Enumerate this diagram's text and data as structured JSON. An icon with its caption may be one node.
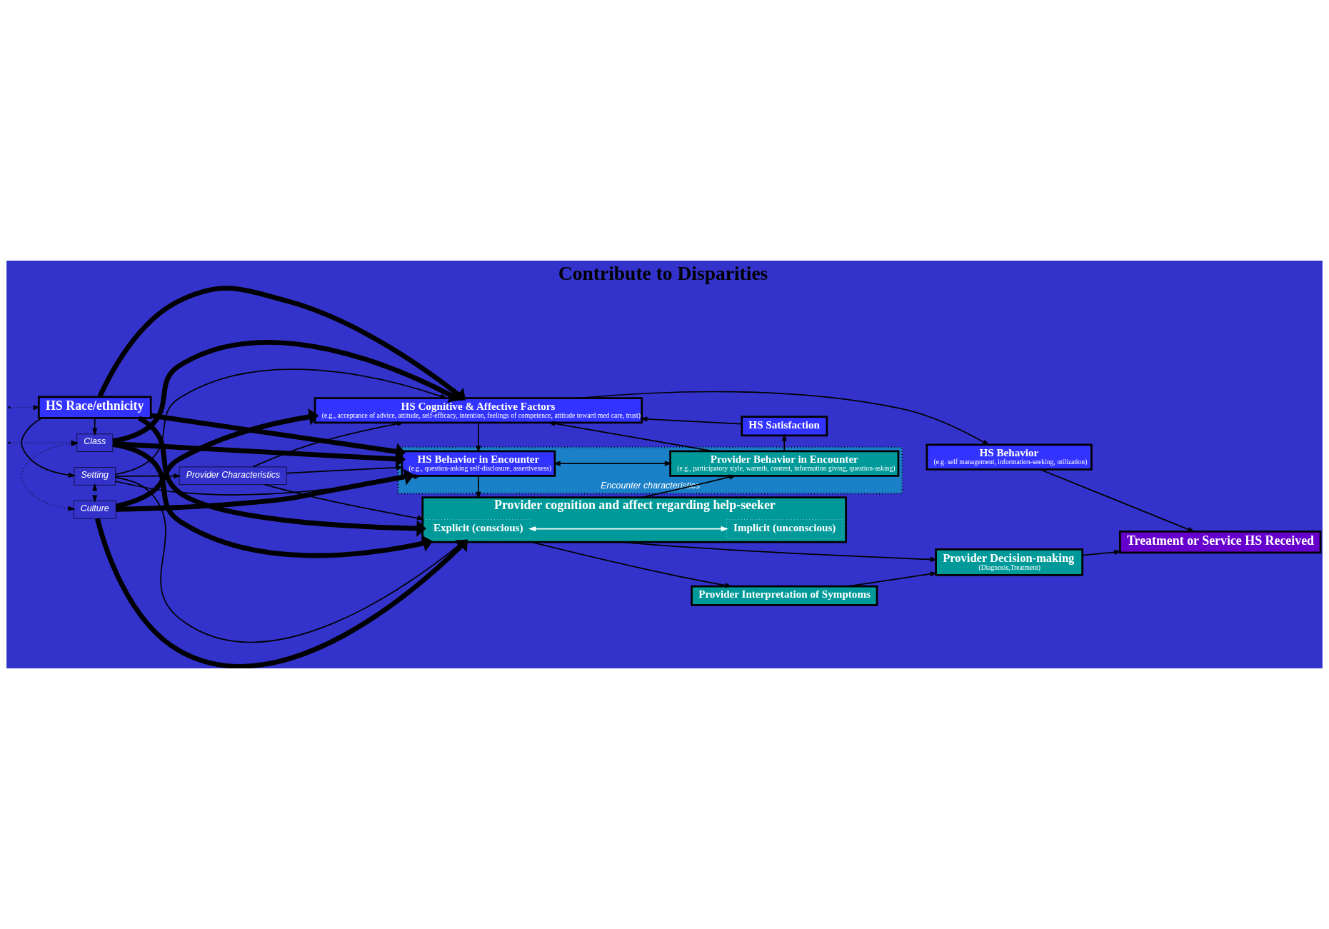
{
  "diagram": {
    "title": "Contribute to Disparities",
    "nodes": [
      {
        "text": [
          "Setting"
        ]
      },
      {
        "text": [
          "Provider Characteristics"
        ]
      },
      {
        "text": [
          "HS Race/ethnicity"
        ]
      },
      {
        "text": [
          "Provider cognition and affect regarding help-seeker"
        ]
      },
      {
        "text": [
          "Explicit (conscious)"
        ],
        "in": 3
      },
      {
        "text": [
          "Implicit (unconscious)"
        ],
        "in": 3
      },
      {
        "text": [
          "Provider Interpretation of Symptoms"
        ]
      },
      {
        "text": [
          "Provider Decision-making",
          "(Diagnosis,Treatment)"
        ]
      },
      {
        "text": [
          "Treatment or Service HS Received"
        ]
      },
      {
        "text": [
          "Encounter characteristics"
        ]
      },
      {
        "text": [
          "HS Behavior in Encounter",
          "(e.g., question-asking self-disclosure, assertiveness)"
        ],
        "in": 9
      },
      {
        "text": [
          "Provider Behavior in Encounter",
          "(e.g., participatory style, warmth, content, information giving, question-asking)"
        ],
        "in": 9
      },
      {
        "text": [
          "Class"
        ]
      },
      {
        "text": [
          "HS Satisfaction"
        ]
      },
      {
        "text": [
          "HS Cognitive & Affective Factors",
          "(e.g., acceptance of advice, attitude, self-efficacy, intention, feelings of competence, attitude toward med care, trust)"
        ]
      },
      {
        "text": [
          "HS Behavior",
          "(e.g. self management, information-seeking, utilization)"
        ]
      },
      {
        "text": [
          "Culture"
        ]
      }
    ],
    "edges": [
      {
        "from": 2,
        "to": 0,
        "arrow": "to"
      },
      {
        "from": 0,
        "to": 1,
        "arrow": "to"
      },
      {
        "from": 1,
        "to": 3,
        "arrow": "to"
      },
      {
        "from": 2,
        "to": 12,
        "arrow": "to"
      },
      {
        "from": 0,
        "to": 16,
        "arrow": "both",
        "style": "dashed"
      },
      {
        "from": 12,
        "to": 16,
        "arrow": "both",
        "style": "dashed"
      },
      {
        "from": null,
        "to": 2,
        "arrow": "to",
        "style": "dashed"
      },
      {
        "from": null,
        "to": 12,
        "arrow": "to",
        "style": "dashed"
      },
      {
        "from": 2,
        "to": 3,
        "arrow": "to",
        "style": "thick"
      },
      {
        "from": 2,
        "to": 10,
        "arrow": "to",
        "style": "thick"
      },
      {
        "from": 2,
        "to": 14,
        "arrow": "to",
        "style": "thick"
      },
      {
        "from": 12,
        "to": 3,
        "arrow": "to",
        "style": "thick"
      },
      {
        "from": 12,
        "to": 10,
        "arrow": "to",
        "style": "thick"
      },
      {
        "from": 12,
        "to": 14,
        "arrow": "to",
        "style": "thick"
      },
      {
        "from": 16,
        "to": 3,
        "arrow": "to",
        "style": "thick"
      },
      {
        "from": 16,
        "to": 10,
        "arrow": "to",
        "style": "thick"
      },
      {
        "from": 16,
        "to": 14,
        "arrow": "to",
        "style": "thick"
      },
      {
        "from": 0,
        "to": 3,
        "arrow": "to"
      },
      {
        "from": 0,
        "to": 10,
        "arrow": "to"
      },
      {
        "from": 0,
        "to": 14,
        "arrow": "to"
      },
      {
        "from": 1,
        "to": 10,
        "arrow": "to"
      },
      {
        "from": 1,
        "to": 14,
        "arrow": "to"
      },
      {
        "from": 4,
        "to": 5,
        "arrow": "both",
        "color": "#ffffff"
      },
      {
        "from": 3,
        "to": 6,
        "arrow": "to"
      },
      {
        "from": 6,
        "to": 7,
        "arrow": "to"
      },
      {
        "from": 3,
        "to": 7,
        "arrow": "to"
      },
      {
        "from": 3,
        "to": 11,
        "arrow": "to"
      },
      {
        "from": 10,
        "to": 3,
        "arrow": "to"
      },
      {
        "from": 10,
        "to": 11,
        "arrow": "both"
      },
      {
        "from": 14,
        "to": 10,
        "arrow": "to"
      },
      {
        "from": 11,
        "to": 13,
        "arrow": "to"
      },
      {
        "from": 11,
        "to": 14,
        "arrow": "to"
      },
      {
        "from": 13,
        "to": 14,
        "arrow": "to"
      },
      {
        "from": 14,
        "to": 15,
        "arrow": "to"
      },
      {
        "from": 7,
        "to": 8,
        "arrow": "to"
      },
      {
        "from": 15,
        "to": 8,
        "arrow": "to"
      }
    ]
  }
}
